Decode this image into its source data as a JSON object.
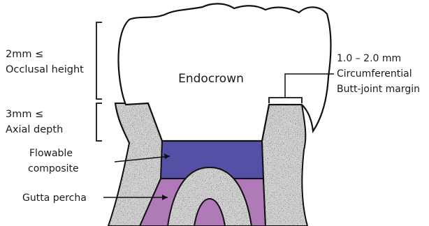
{
  "labels": {
    "crown": "Endocrown",
    "occlusal_height_1": "2mm ≤",
    "occlusal_height_2": "Occlusal height",
    "axial_depth_1": "3mm ≤",
    "axial_depth_2": "Axial depth",
    "flowable_1": "Flowable",
    "flowable_2": "composite",
    "gutta": "Gutta percha",
    "margin_1": "1.0 – 2.0 mm",
    "margin_2": "Circumferential",
    "margin_3": "Butt-joint margin"
  },
  "colors": {
    "outline": "#111111",
    "tooth_structure": "#d4d4d4",
    "flowable_composite": "#5550a6",
    "gutta_percha": "#b07ab8",
    "crown_fill": "#ffffff"
  }
}
